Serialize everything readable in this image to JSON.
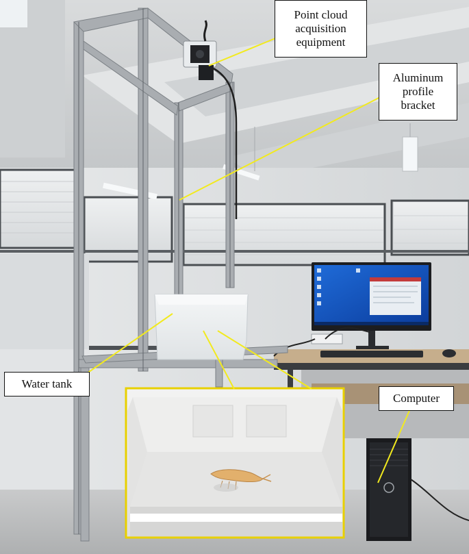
{
  "labels": {
    "point_cloud": [
      "Point cloud",
      "acquisition",
      "equipment"
    ],
    "aluminum": [
      "Aluminum",
      "profile",
      "bracket"
    ],
    "water_tank": "Water tank",
    "computer": "Computer"
  },
  "colors": {
    "leader_line": "#f2ea1e",
    "inset_border": "#e8d000"
  }
}
